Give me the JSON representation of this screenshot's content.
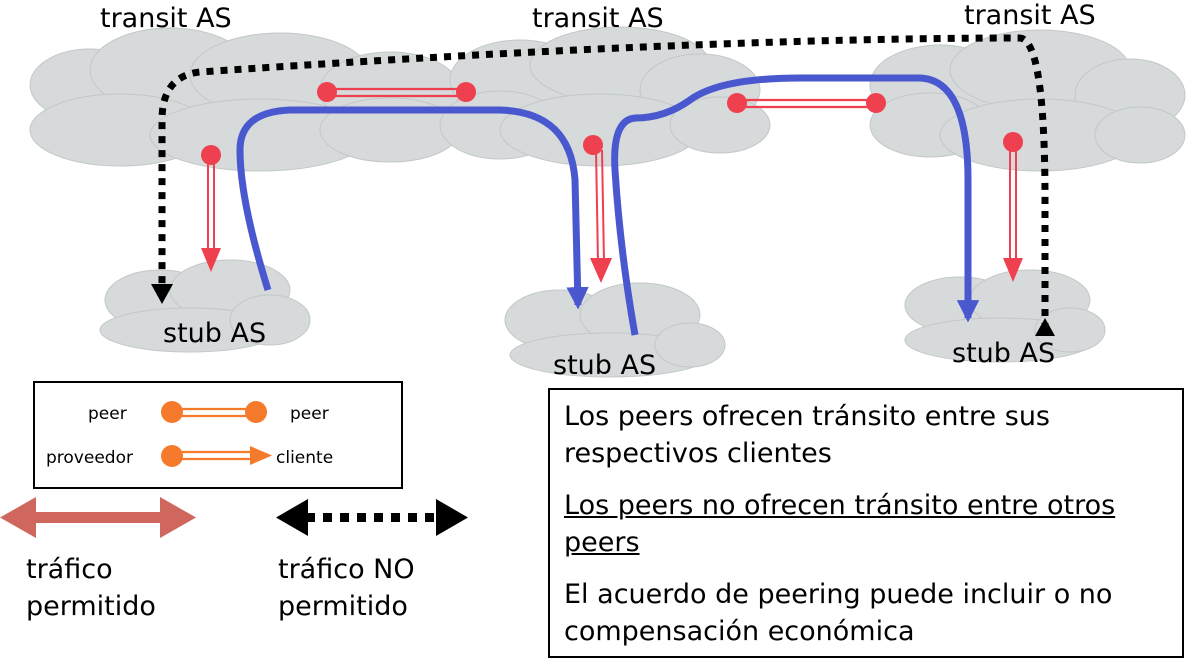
{
  "transit_label": "transit AS",
  "stub_label": "stub AS",
  "legend": {
    "peer_left": "peer",
    "peer_right": "peer",
    "provider": "proveedor",
    "client": "cliente"
  },
  "traffic": {
    "allowed_line1": "tráfico",
    "allowed_line2": "permitido",
    "not_allowed_line1": "tráfico NO",
    "not_allowed_line2": "permitido"
  },
  "notes": [
    "Los peers ofrecen tránsito entre sus respectivos clientes",
    "Los peers no ofrecen tránsito entre otros peers",
    "El acuerdo de peering puede incluir o no compensación económica"
  ],
  "colors": {
    "cloud": "#d6dadb",
    "relation": "#ef4050",
    "legend_relation": "#f57a2b",
    "allowed_path": "#4a58d0",
    "not_allowed_path": "#000000",
    "allowed_arrow": "#d0675e"
  }
}
